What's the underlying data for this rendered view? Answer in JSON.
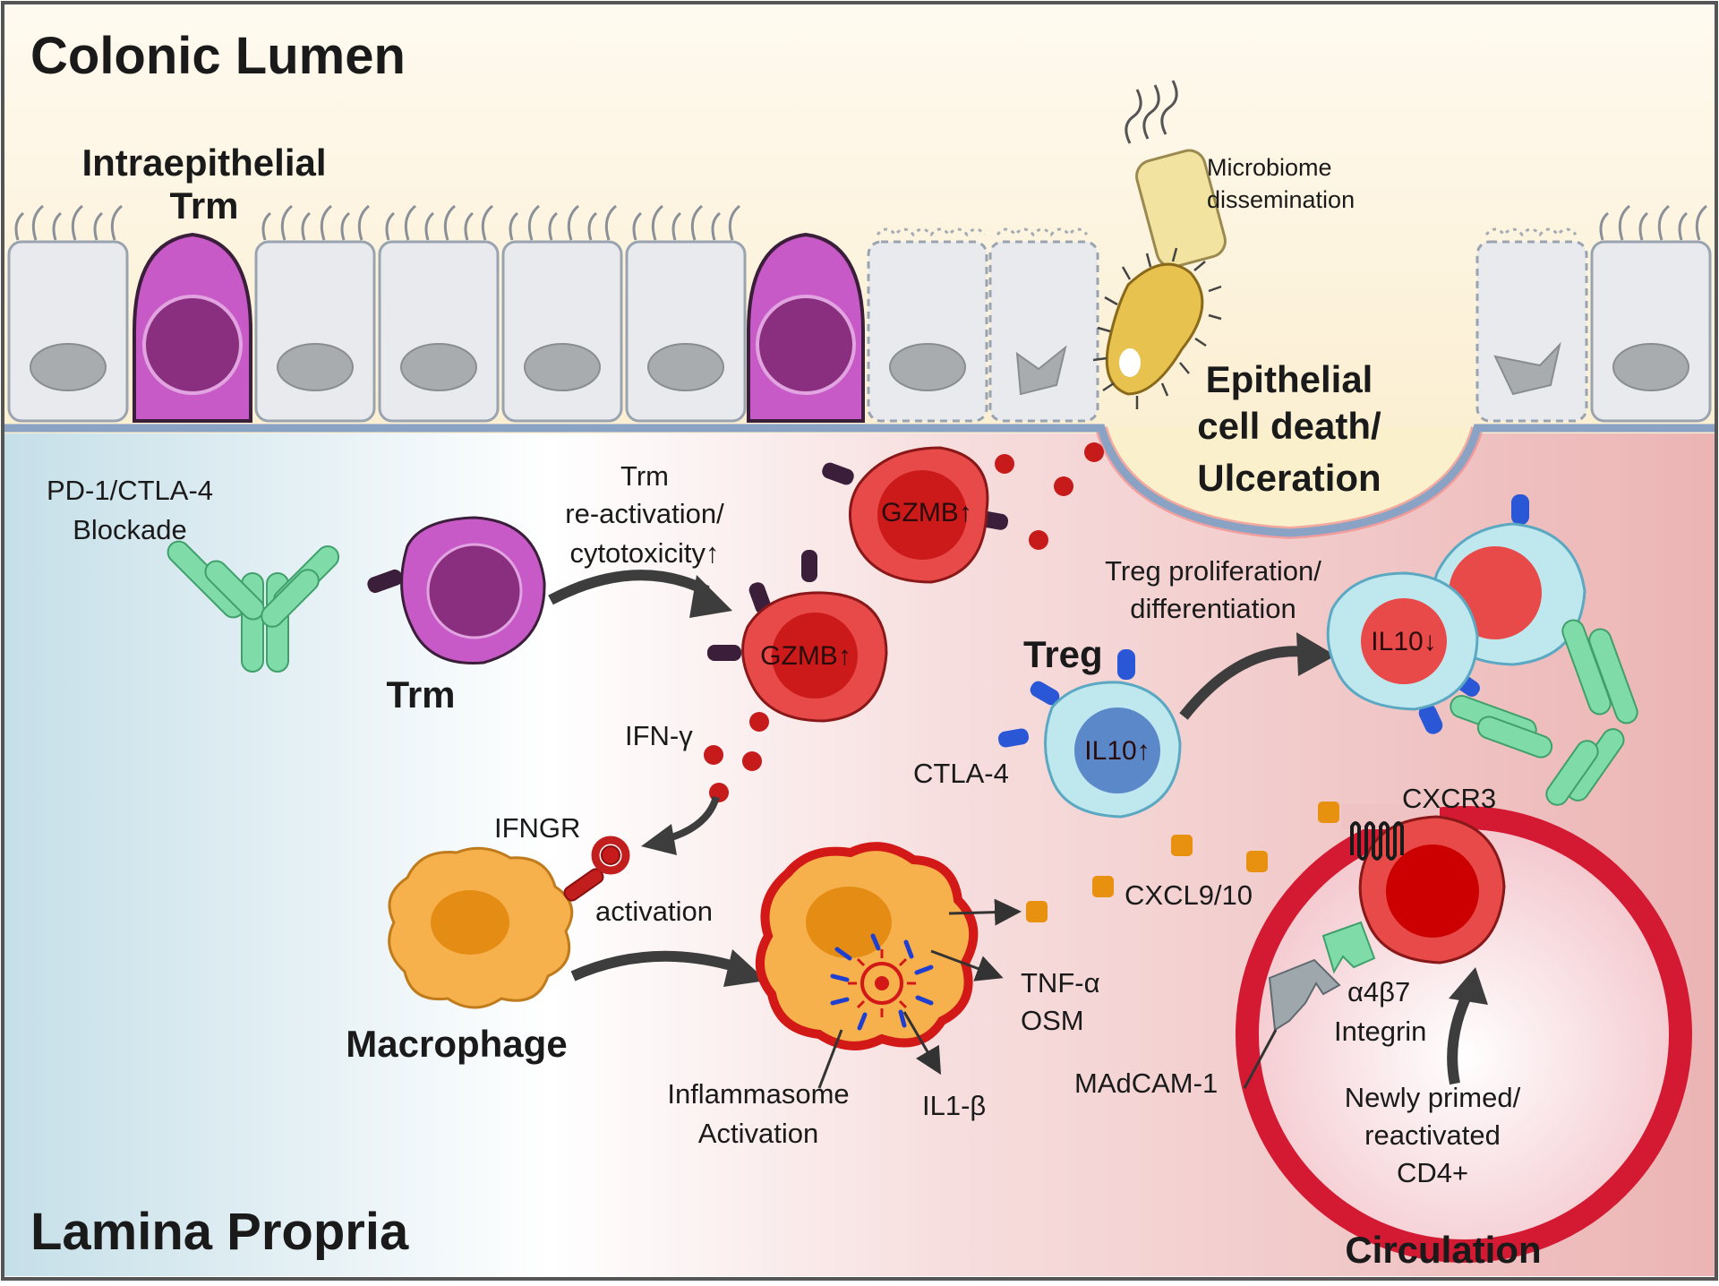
{
  "regions": {
    "lumen": "Colonic Lumen",
    "lamina": "Lamina Propria",
    "circulation": "Circulation"
  },
  "labels": {
    "intraepithelial_trm": [
      "Intraepithelial",
      "Trm"
    ],
    "microbiome": [
      "Microbiome",
      "dissemination"
    ],
    "epithelial_death": [
      "Epithelial",
      "cell death/",
      "Ulceration"
    ],
    "blockade": [
      "PD-1/CTLA-4",
      "Blockade"
    ],
    "trm": "Trm",
    "trm_reactivation": [
      "Trm",
      "re-activation/",
      "cytotoxicity↑"
    ],
    "gzmb": "GZMB↑",
    "treg_prolif": [
      "Treg proliferation/",
      "differentiation"
    ],
    "treg": "Treg",
    "ctla4": "CTLA-4",
    "il10_up": "IL10↑",
    "il10_down": "IL10↓",
    "ifn": "IFN-γ",
    "ifngr": "IFNGR",
    "activation": "activation",
    "macrophage": "Macrophage",
    "inflammasome": [
      "Inflammasome",
      "Activation"
    ],
    "tnf": [
      "TNF-α",
      "OSM"
    ],
    "il1b": "IL1-β",
    "cxcl": "CXCL9/10",
    "cxcr3": "CXCR3",
    "integrin": [
      "α4β7",
      "Integrin"
    ],
    "madcam": "MAdCAM-1",
    "cd4": [
      "Newly primed/",
      "reactivated",
      "CD4+"
    ]
  },
  "colors": {
    "trm_magenta": "#c85ac8",
    "effector_red": "#e84a4a",
    "treg_cyan": "#bfe7ee",
    "macrophage_orange": "#f6b04c",
    "antibody_green": "#7fdca8",
    "cytokine_red": "#c71b1b",
    "chemokine_orange": "#e8900f"
  }
}
